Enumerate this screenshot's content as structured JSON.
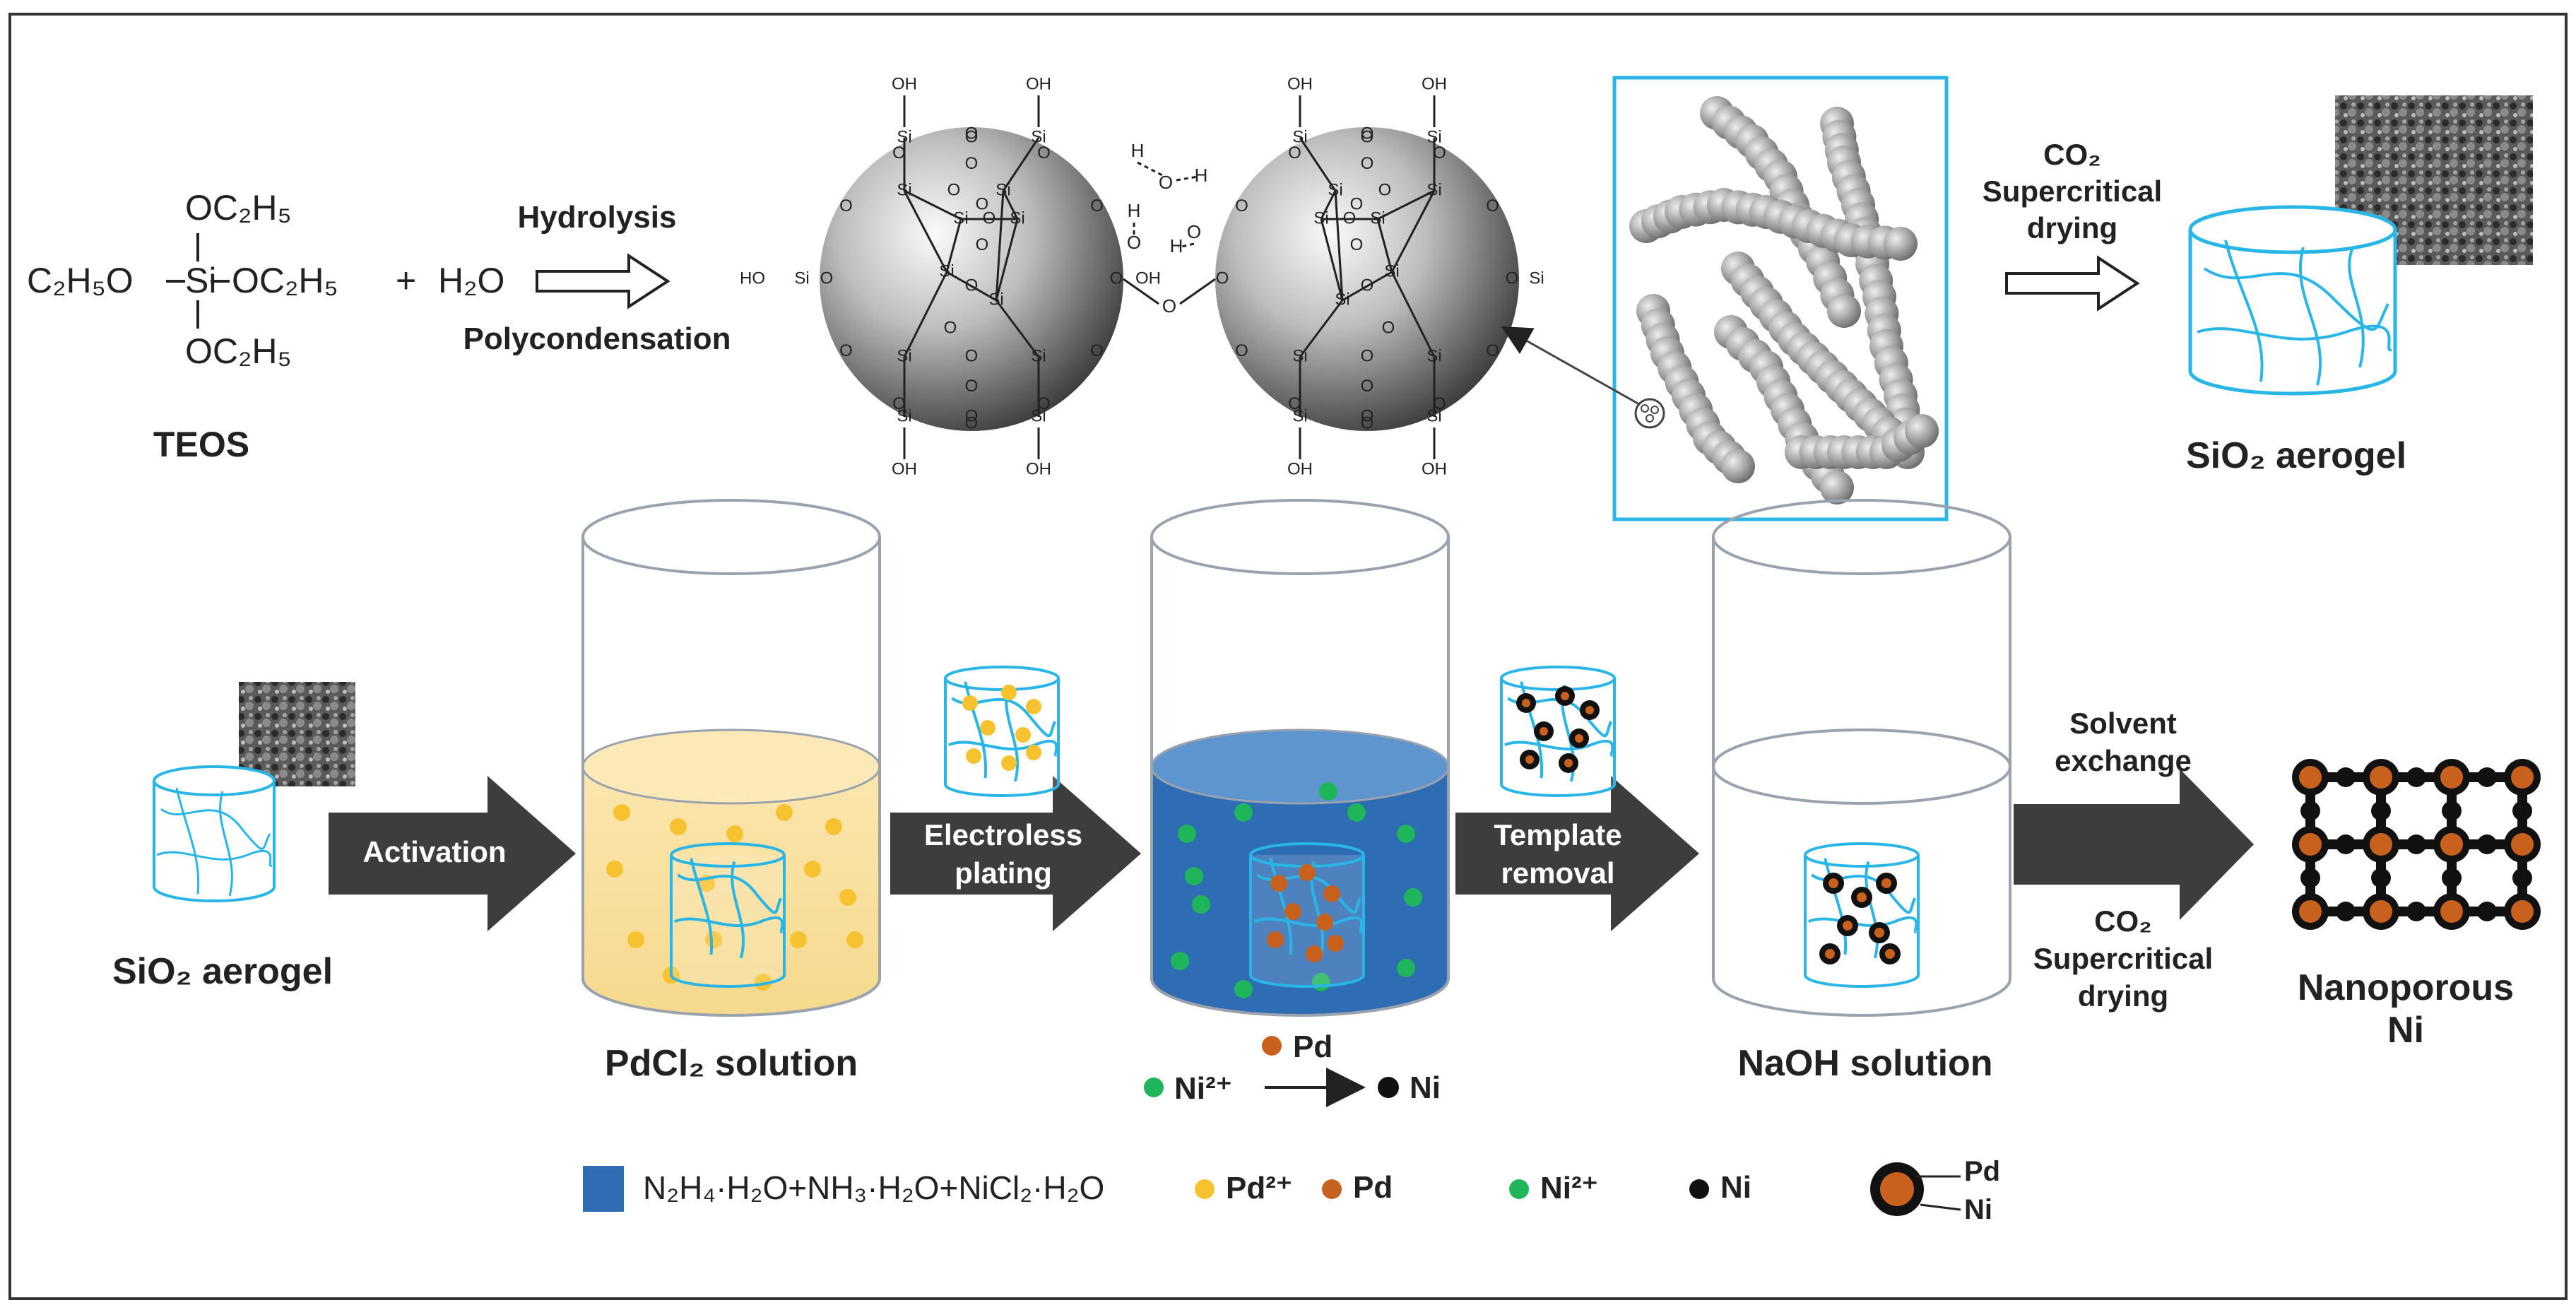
{
  "top": {
    "teos_formula": {
      "top": "OC₂H₅",
      "left": "C₂H₅O",
      "si": "Si",
      "right": "OC₂H₅",
      "bottom": "OC₂H₅"
    },
    "teos_label": "TEOS",
    "plus": "+",
    "water": "H₂O",
    "step1_above": "Hydrolysis",
    "step1_below": "Polycondensation",
    "step2_lines": [
      "CO₂",
      "Supercritical",
      "drying"
    ],
    "product_label": "SiO₂ aerogel",
    "molecule_labels": {
      "si": "Si",
      "o": "O",
      "oh": "OH",
      "ho": "HO",
      "h": "H"
    }
  },
  "bottom": {
    "start_label": "SiO₂ aerogel",
    "arrow1": "Activation",
    "beaker1_label": "PdCl₂ solution",
    "arrow2_lines": [
      "Electroless",
      "plating"
    ],
    "beaker2_reaction": {
      "pd": "Pd",
      "from": "Ni²⁺",
      "to": "Ni"
    },
    "arrow3_lines": [
      "Template",
      "removal"
    ],
    "beaker3_label": "NaOH solution",
    "arrow4_above": [
      "Solvent",
      "exchange"
    ],
    "arrow4_below": [
      "CO₂",
      "Supercritical",
      "drying"
    ],
    "product_lines": [
      "Nanoporous",
      "Ni"
    ]
  },
  "legend": {
    "solution": "N₂H₄·H₂O+NH₃·H₂O+NiCl₂·H₂O",
    "pd2": "Pd²⁺",
    "pd": "Pd",
    "ni2": "Ni²⁺",
    "ni": "Ni",
    "core_pd": "Pd",
    "shell_ni": "Ni"
  },
  "colors": {
    "frame": "#333333",
    "cyan": "#29b6e6",
    "solution_blue": "#2e6db4",
    "pdcl2_fill": "#f8e0a0",
    "pd2_yellow": "#f7c230",
    "pd_orange": "#c8601e",
    "ni2_green": "#1fb55a",
    "ni_black": "#111111",
    "arrow_dark": "#3d3d3d"
  }
}
